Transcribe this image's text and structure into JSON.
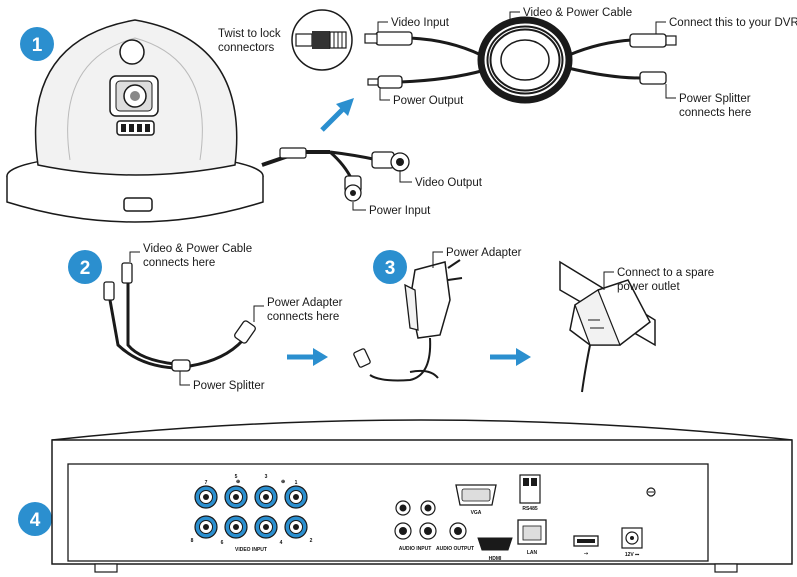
{
  "steps": [
    "1",
    "2",
    "3",
    "4"
  ],
  "colors": {
    "accent": "#2b8fcf",
    "line": "#1a1a1a",
    "port": "#2b8fcf"
  },
  "step1": {
    "twist_label_1": "Twist to lock",
    "twist_label_2": "connectors",
    "video_input": "Video Input",
    "cable": "Video & Power Cable",
    "dvr_connect": "Connect this to your DVR",
    "power_output": "Power Output",
    "splitter_1": "Power Splitter",
    "splitter_2": "connects here",
    "video_output": "Video Output",
    "power_input": "Power Input"
  },
  "step2": {
    "cable_1": "Video & Power Cable",
    "cable_2": "connects here",
    "adapter_1": "Power Adapter",
    "adapter_2": "connects here",
    "splitter": "Power Splitter"
  },
  "step3": {
    "adapter": "Power Adapter",
    "outlet_1": "Connect to a spare",
    "outlet_2": "power outlet"
  },
  "dvr": {
    "port_numbers_top": [
      "7",
      "5",
      "3",
      "1"
    ],
    "port_numbers_bottom": [
      "8",
      "6",
      "4",
      "2"
    ],
    "video_input": "VIDEO INPUT",
    "audio_input": "AUDIO INPUT",
    "audio_output": "AUDIO OUTPUT",
    "vga": "VGA",
    "rs485": "RS485",
    "hdmi": "HDMI",
    "lan": "LAN",
    "power": "12V ⎓"
  }
}
